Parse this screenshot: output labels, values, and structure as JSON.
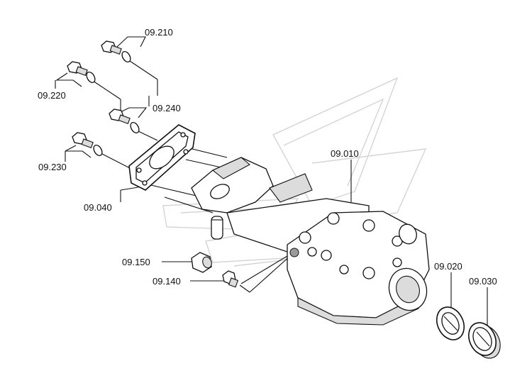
{
  "diagram": {
    "labels": {
      "p09_210": "09.210",
      "p09_220": "09.220",
      "p09_240": "09.240",
      "p09_230": "09.230",
      "p09_040": "09.040",
      "p09_010": "09.010",
      "p09_150": "09.150",
      "p09_140": "09.140",
      "p09_020": "09.020",
      "p09_030": "09.030"
    },
    "watermark_logo": "gray-stripe-logo"
  }
}
